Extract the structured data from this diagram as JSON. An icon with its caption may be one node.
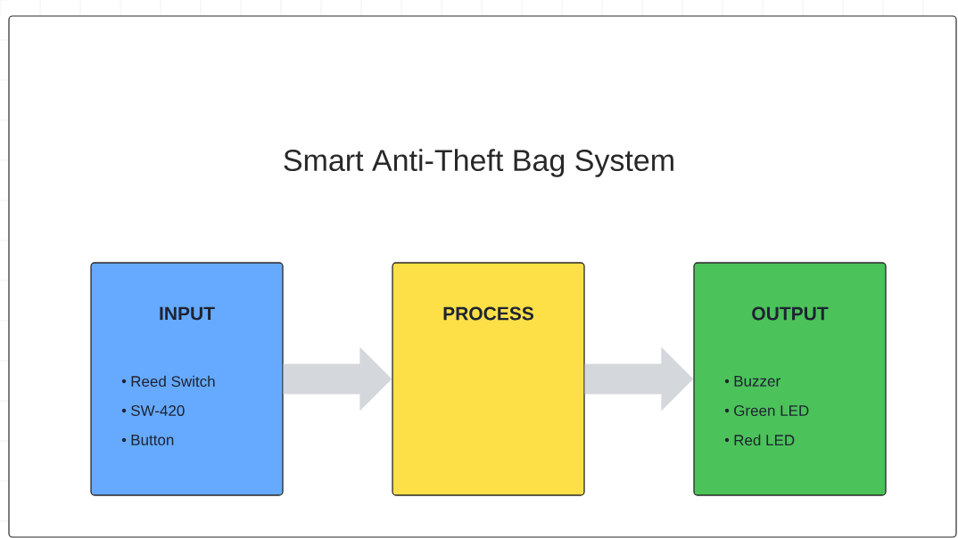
{
  "diagram": {
    "title": "Smart Anti-Theft Bag System",
    "nodes": [
      {
        "text": [
          "INPUT",
          "Reed Switch",
          "SW-420",
          "Button"
        ]
      },
      {
        "text": [
          "PROCESS"
        ]
      },
      {
        "text": [
          "OUTPUT",
          "Buzzer",
          "Green LED",
          "Red LED"
        ]
      }
    ],
    "edges": [
      {
        "from": 0,
        "to": 1,
        "arrow": "to"
      },
      {
        "from": 1,
        "to": 2,
        "arrow": "to"
      }
    ]
  }
}
